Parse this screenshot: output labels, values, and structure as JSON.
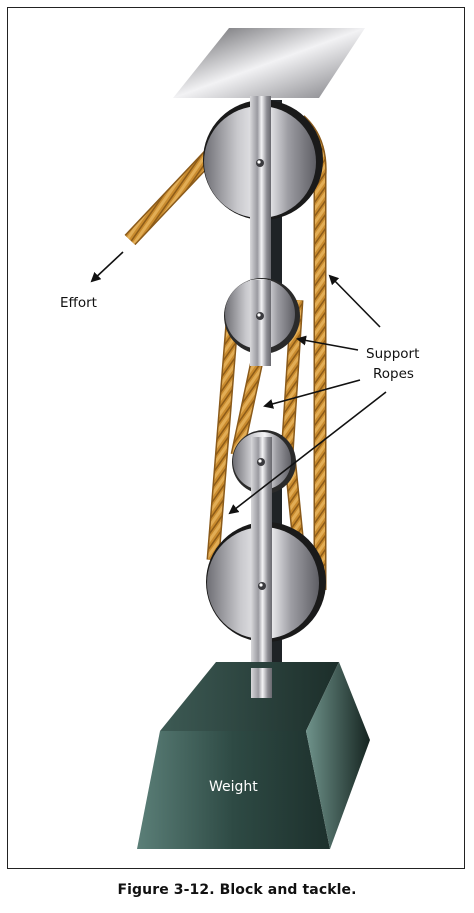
{
  "labels": {
    "effort": "Effort",
    "support_line1": "Support",
    "support_line2": "Ropes",
    "weight": "Weight"
  },
  "caption": "Figure 3-12. Block and tackle.",
  "colors": {
    "rope": "#c98b2e",
    "weight_block": "#2c4540",
    "pulley_metal": "#8f8f96",
    "support_plate": "#a9a9ad"
  }
}
